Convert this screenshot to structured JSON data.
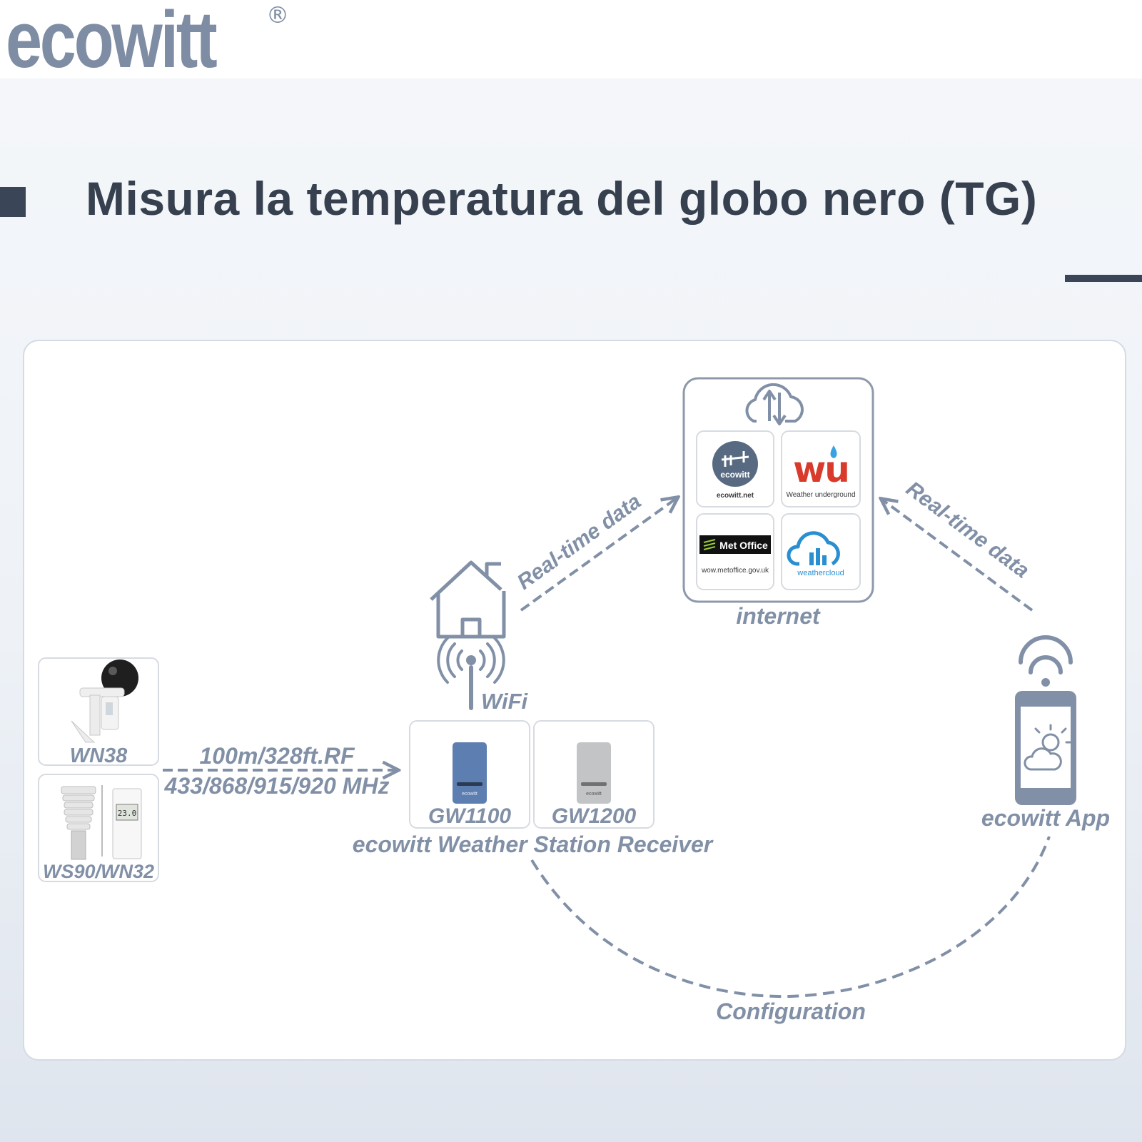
{
  "brand": {
    "logo_text": "ecowitt",
    "registered_mark": "®"
  },
  "title": "Misura la temperatura del globo nero (TG)",
  "colors": {
    "diagram_gray": "#8190a6",
    "title_text": "#36404f",
    "gw1100": "#5d7eb0",
    "gw1200": "#c2c4c6"
  },
  "diagram": {
    "sensors": [
      {
        "label": "WN38"
      },
      {
        "label": "WS90/WN32",
        "lcd": "23.0"
      }
    ],
    "rf_link": {
      "line1": "100m/328ft.RF",
      "line2": "433/868/915/920 MHz"
    },
    "receivers": [
      {
        "label": "GW1100",
        "badge": "ecowitt"
      },
      {
        "label": "GW1200",
        "badge": "ecowitt"
      }
    ],
    "receiver_caption": "ecowitt Weather Station Receiver",
    "wifi_label": "WiFi",
    "realtime_left": "Real-time data",
    "realtime_right": "Real-time data",
    "internet_label": "internet",
    "services": [
      {
        "name": "ecowitt.net",
        "badge": "ecowitt"
      },
      {
        "name": "Weather underground",
        "badge": "wu"
      },
      {
        "name": "wow.metoffice.gov.uk",
        "badge": "Met Office"
      },
      {
        "name": "weathercloud"
      }
    ],
    "app_label": "ecowitt App",
    "configuration_label": "Configuration",
    "icons": [
      "house-icon",
      "wifi-antenna-icon",
      "cloud-sync-icon",
      "smartphone-icon",
      "wifi-signal-icon",
      "weather-sun-cloud-icon"
    ]
  }
}
